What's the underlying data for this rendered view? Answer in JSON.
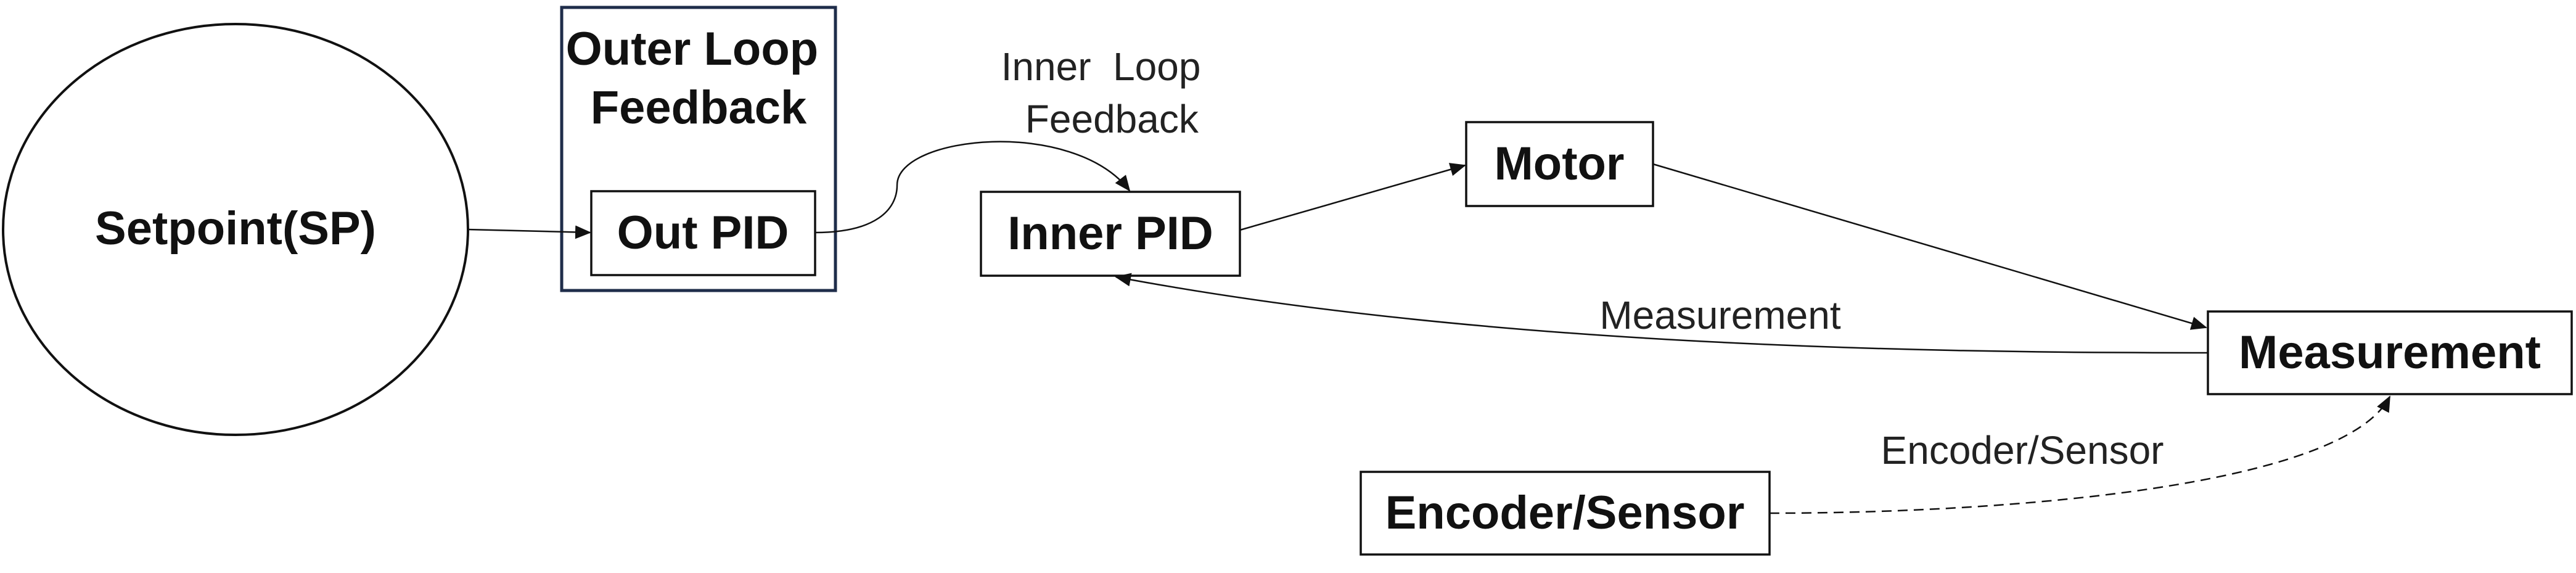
{
  "nodes": {
    "setpoint": "Setpoint(SP)",
    "outer_loop_title": "Outer Loop Feedback",
    "out_pid": "Out PID",
    "inner_pid": "Inner PID",
    "motor": "Motor",
    "measurement": "Measurement",
    "encoder_sensor": "Encoder/Sensor"
  },
  "edge_labels": {
    "inner_loop_feedback": "Inner  Loop Feedback",
    "measurement_feedback": "Measurement",
    "encoder_to_measurement": "Encoder/Sensor"
  },
  "edges": [
    {
      "from": "setpoint",
      "to": "out_pid",
      "style": "solid"
    },
    {
      "from": "out_pid",
      "to": "inner_pid",
      "style": "solid",
      "label": "inner_loop_feedback"
    },
    {
      "from": "inner_pid",
      "to": "motor",
      "style": "solid"
    },
    {
      "from": "motor",
      "to": "measurement",
      "style": "solid"
    },
    {
      "from": "measurement",
      "to": "inner_pid",
      "style": "solid",
      "label": "measurement_feedback"
    },
    {
      "from": "encoder_sensor",
      "to": "measurement",
      "style": "dashed",
      "label": "encoder_to_measurement"
    }
  ],
  "colors": {
    "container_border": "#1f2d4a",
    "node_border": "#111111",
    "text": "#111111"
  }
}
